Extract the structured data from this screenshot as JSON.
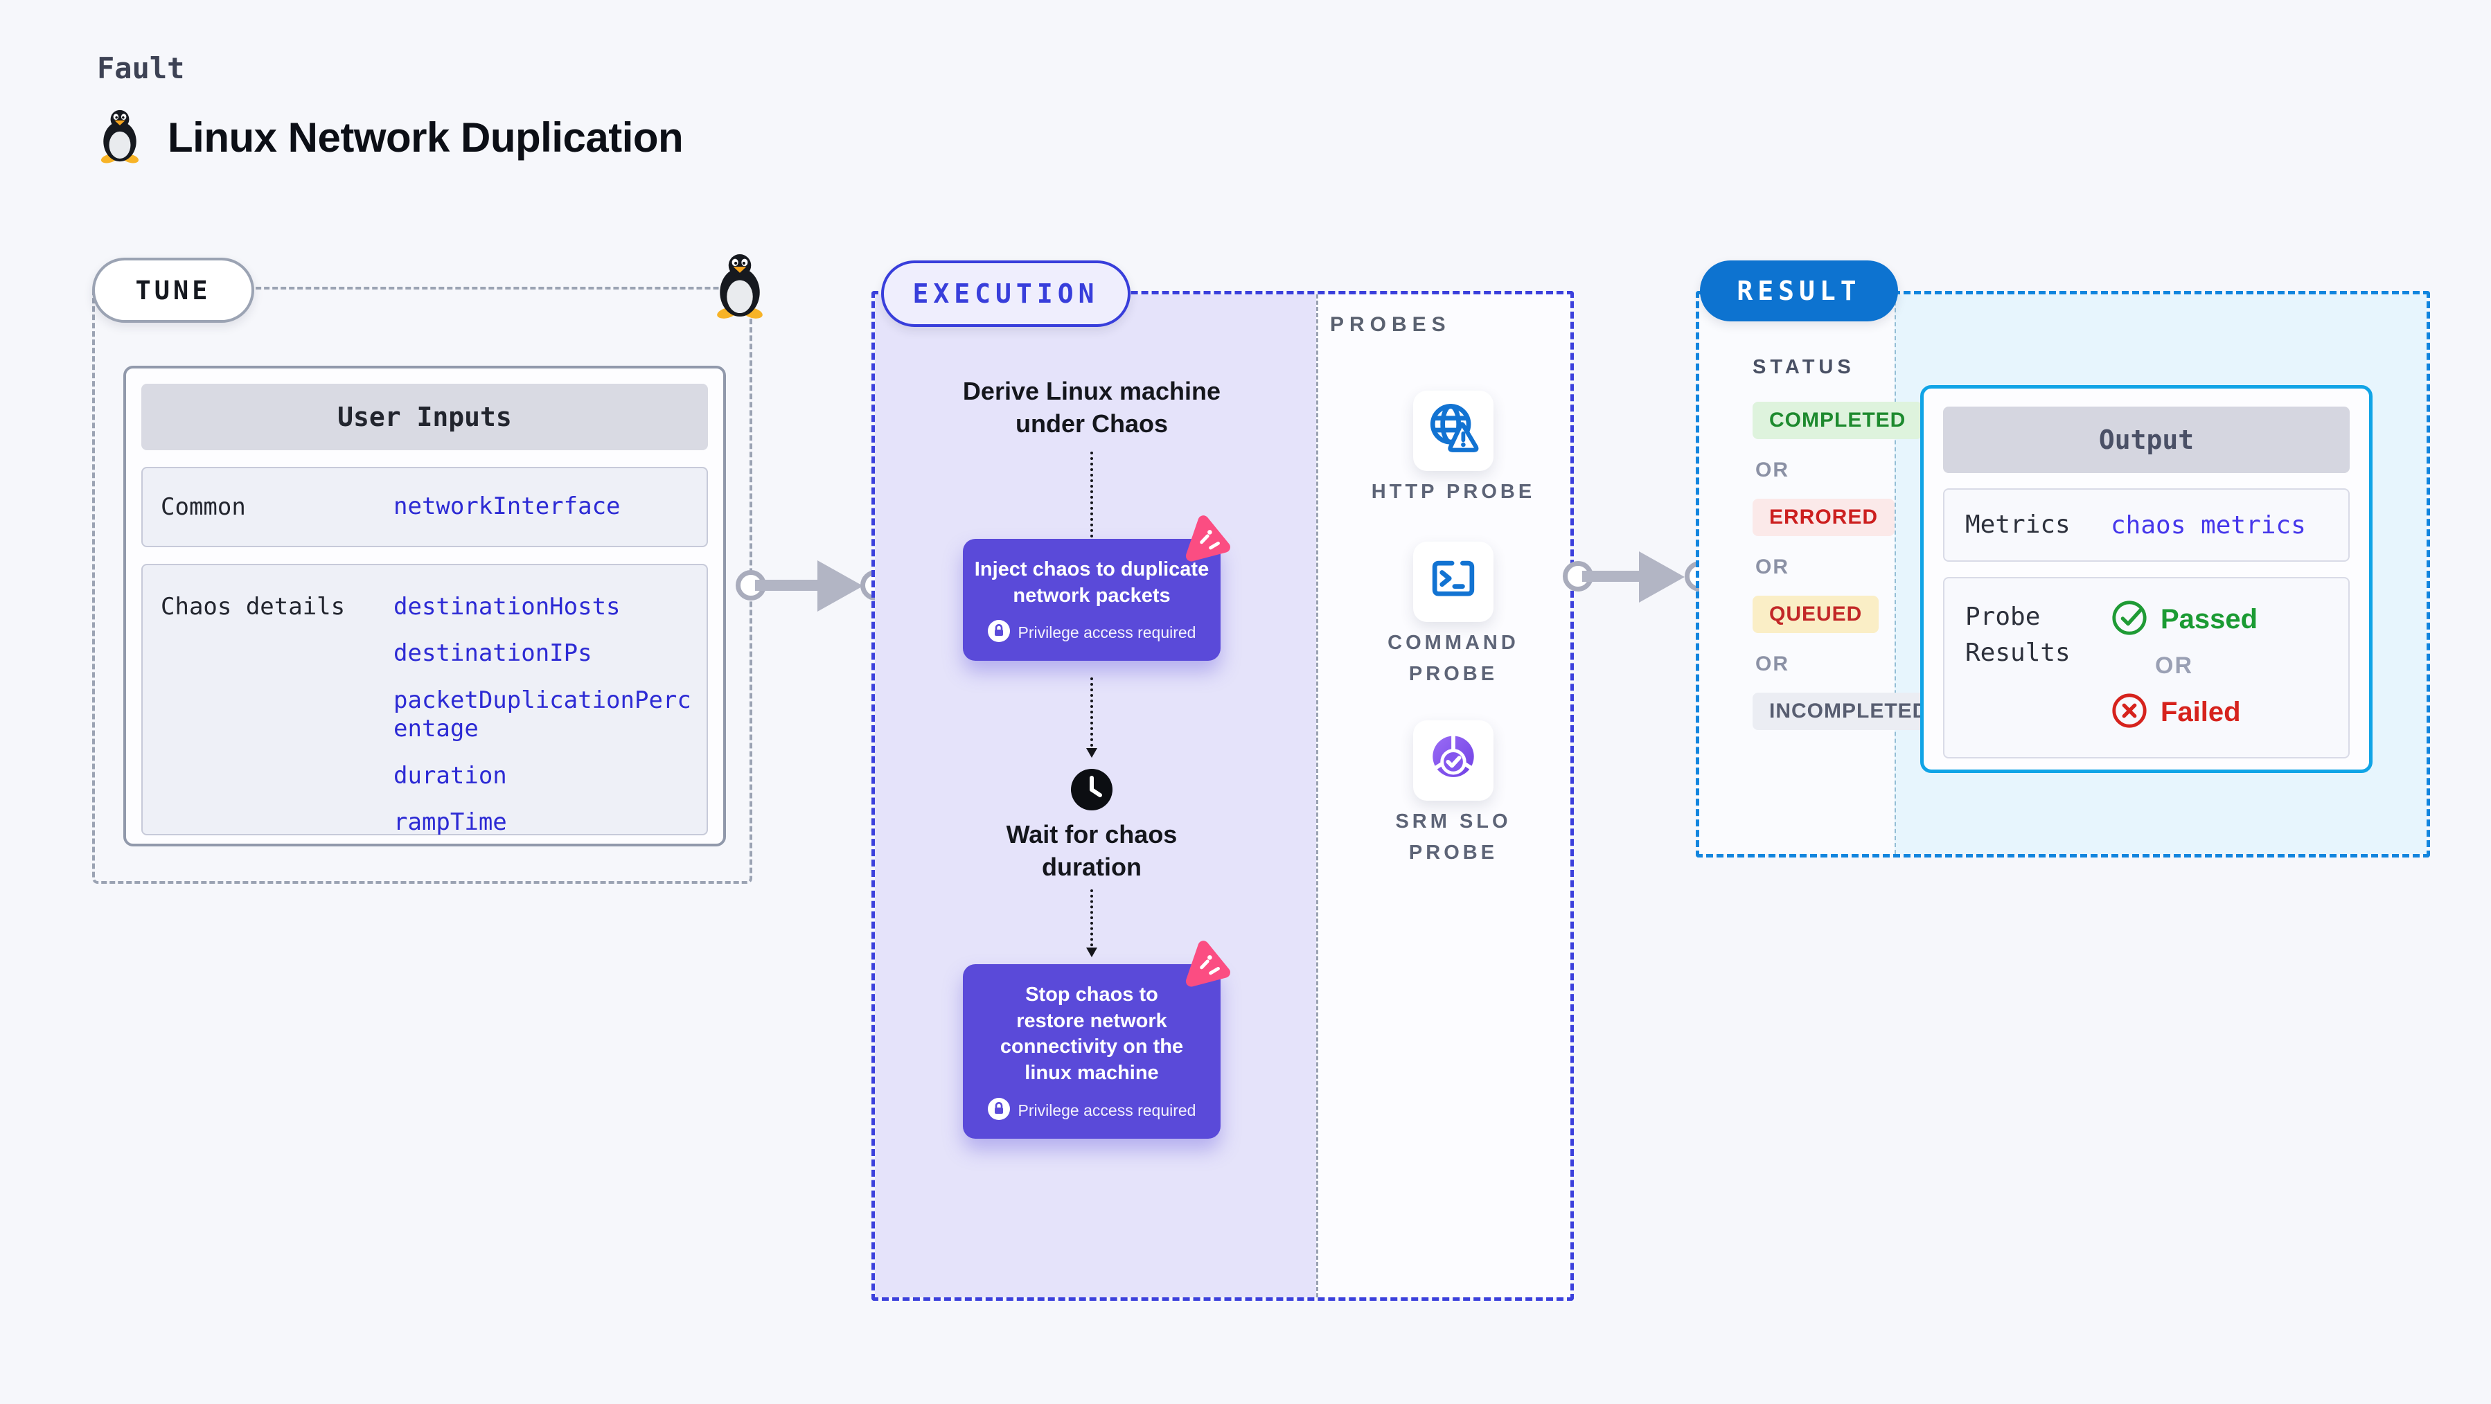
{
  "header": {
    "kicker": "Fault",
    "title": "Linux Network Duplication"
  },
  "tune": {
    "pill_label": "TUNE",
    "table_title": "User Inputs",
    "rows": [
      {
        "label": "Common",
        "values": [
          "networkInterface"
        ]
      },
      {
        "label": "Chaos details",
        "values": [
          "destinationHosts",
          "destinationIPs",
          "packetDuplicationPercentage",
          "duration",
          "rampTime"
        ]
      }
    ]
  },
  "execution": {
    "pill_label": "EXECUTION",
    "steps": {
      "derive": {
        "lines": [
          "Derive Linux machine",
          "under Chaos"
        ]
      },
      "inject": {
        "lines": [
          "Inject chaos to duplicate",
          "network packets"
        ],
        "privilege": "Privilege access required"
      },
      "wait": {
        "lines": [
          "Wait for chaos",
          "duration"
        ]
      },
      "stop": {
        "lines": [
          "Stop chaos to",
          "restore network",
          "connectivity on the",
          "linux machine"
        ],
        "privilege": "Privilege access required"
      }
    },
    "probes": {
      "title": "PROBES",
      "items": [
        {
          "label": "HTTP PROBE",
          "icon": "http-probe-icon"
        },
        {
          "label": "COMMAND PROBE",
          "icon": "command-probe-icon"
        },
        {
          "label": "SRM SLO PROBE",
          "icon": "srm-slo-probe-icon"
        }
      ]
    }
  },
  "result": {
    "pill_label": "RESULT",
    "status_title": "STATUS",
    "or_label": "OR",
    "statuses": [
      {
        "label": "COMPLETED",
        "text_color": "#1d8a2e",
        "bg_color": "#def3dd"
      },
      {
        "label": "ERRORED",
        "text_color": "#cc1f1f",
        "bg_color": "#fbe9e9"
      },
      {
        "label": "QUEUED",
        "text_color": "#c22828",
        "bg_color": "#faeec6"
      },
      {
        "label": "INCOMPLETED",
        "text_color": "#575d70",
        "bg_color": "#ebedf3"
      }
    ],
    "output": {
      "title": "Output",
      "metrics_label": "Metrics",
      "metrics_value": "chaos metrics",
      "probe_results_label": "Probe Results",
      "passed_label": "Passed",
      "failed_label": "Failed"
    }
  },
  "colors": {
    "page_bg": "#f6f7fb",
    "accent_indigo": "#3b40dc",
    "execution_fill": "#e5e3fa",
    "action_purple": "#5a4ad9",
    "chaos_pink": "#fb4d82",
    "result_blue": "#0d73d0",
    "result_border": "#1285de",
    "output_border": "#11a4e6",
    "output_panel_fill": "#e7f5fd",
    "value_blue": "#2c2ad4",
    "metrics_value_blue": "#4637eb",
    "passed_green": "#1b9b33",
    "failed_red": "#d6231d",
    "probe_icon_blue": "#1273d2",
    "arrow_gray": "#b2b5c4"
  }
}
